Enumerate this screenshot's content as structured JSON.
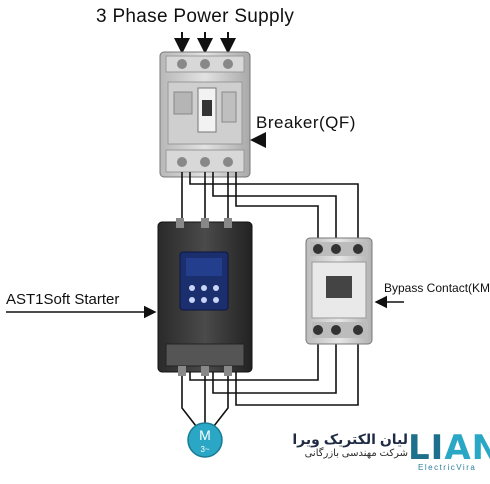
{
  "labels": {
    "title": "3 Phase Power Supply",
    "breaker": "Breaker(QF)",
    "soft_starter": "AST1Soft Starter",
    "bypass": "Bypass Contact(KM)",
    "motor_letter": "M",
    "motor_phase": "3~"
  },
  "logo": {
    "mark_main": "LI",
    "mark_accent": "AN",
    "tagline": "ElectricVira",
    "title_fa": "لیان الکتریک ویرا",
    "subtitle_fa": "شرکت مهندسی بازرگانی"
  },
  "colors": {
    "wire": "#111111",
    "breaker_body": "#c9c9c9",
    "starter_body": "#3a3a3a",
    "starter_display": "#1b2f6e",
    "contactor_body": "#d4d4d4",
    "motor": "#2ba7c6",
    "logo": "#1e6f8c"
  }
}
